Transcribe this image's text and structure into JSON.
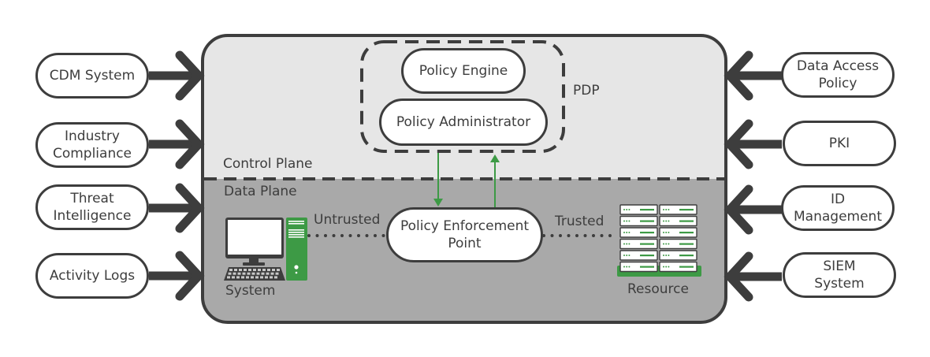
{
  "diagram": {
    "title": "Zero Trust Architecture",
    "planes": {
      "control_plane_label": "Control Plane",
      "data_plane_label": "Data Plane"
    },
    "pdp": {
      "label": "PDP",
      "policy_engine": "Policy Engine",
      "policy_administrator": "Policy Administrator"
    },
    "pep": {
      "label_line1": "Policy Enforcement",
      "label_line2": "Point"
    },
    "system": {
      "label": "System",
      "link_label": "Untrusted"
    },
    "resource": {
      "label": "Resource",
      "link_label": "Trusted"
    },
    "left_inputs": [
      {
        "line1": "CDM System",
        "line2": ""
      },
      {
        "line1": "Industry",
        "line2": "Compliance"
      },
      {
        "line1": "Threat",
        "line2": "Intelligence"
      },
      {
        "line1": "Activity Logs",
        "line2": ""
      }
    ],
    "right_inputs": [
      {
        "line1": "Data Access",
        "line2": "Policy"
      },
      {
        "line1": "PKI",
        "line2": ""
      },
      {
        "line1": "ID",
        "line2": "Management"
      },
      {
        "line1": "SIEM",
        "line2": "System"
      }
    ],
    "colors": {
      "outline": "#3d3d3d",
      "control_plane_bg": "#e6e6e6",
      "data_plane_bg": "#a9a9a9",
      "accent_green": "#3d9a45"
    }
  }
}
